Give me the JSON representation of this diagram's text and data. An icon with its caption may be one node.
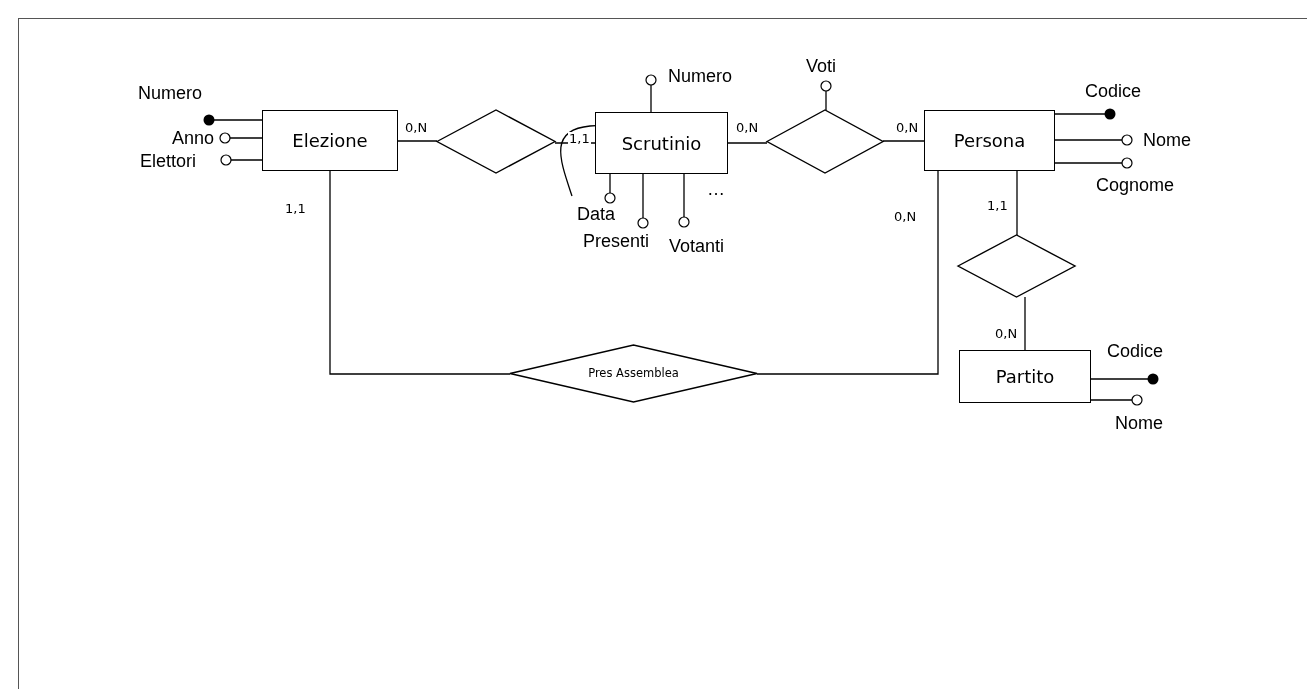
{
  "diagram": {
    "nodes": [
      {
        "text": [
          "Elezione"
        ]
      },
      {
        "text": [],
        "shape": "diamond"
      },
      {
        "text": [
          "Scrutinio"
        ]
      },
      {
        "text": [],
        "shape": "diamond"
      },
      {
        "text": [
          "Persona"
        ]
      },
      {
        "text": [],
        "shape": "diamond"
      },
      {
        "text": [
          "Partito"
        ]
      },
      {
        "text": [
          "Pres Assemblea"
        ]
      },
      {
        "text": [
          "Numero"
        ]
      },
      {
        "text": [
          "Anno"
        ]
      },
      {
        "text": [
          "Elettori"
        ]
      },
      {
        "text": [
          "Numero"
        ]
      },
      {
        "text": [
          "Data"
        ]
      },
      {
        "text": [
          "Presenti"
        ]
      },
      {
        "text": [
          "Votanti"
        ]
      },
      {
        "text": [
          "Voti"
        ]
      },
      {
        "text": [
          "Codice"
        ]
      },
      {
        "text": [
          "Nome"
        ]
      },
      {
        "text": [
          "Cognome"
        ]
      },
      {
        "text": [
          "Codice"
        ]
      },
      {
        "text": [
          "Nome"
        ]
      }
    ],
    "edges": [
      {
        "from": 0,
        "to": 1,
        "arrow": "none",
        "label": "0,N"
      },
      {
        "from": 1,
        "to": 2,
        "arrow": "none",
        "label": "1,1"
      },
      {
        "from": 2,
        "to": 3,
        "arrow": "none",
        "label": "0,N"
      },
      {
        "from": 3,
        "to": 4,
        "arrow": "none",
        "label": "0,N"
      },
      {
        "from": 4,
        "to": 5,
        "arrow": "none",
        "label": "1,1"
      },
      {
        "from": 5,
        "to": 6,
        "arrow": "none",
        "label": "0,N"
      },
      {
        "from": 0,
        "to": 7,
        "arrow": "none",
        "label": "1,1"
      },
      {
        "from": 4,
        "to": 7,
        "arrow": "none",
        "label": "0,N"
      },
      {
        "from": 0,
        "to": 8,
        "arrow": "other"
      },
      {
        "from": 0,
        "to": 9,
        "arrow": "other"
      },
      {
        "from": 0,
        "to": 10,
        "arrow": "other"
      },
      {
        "from": 2,
        "to": 11,
        "arrow": "other"
      },
      {
        "from": 2,
        "to": 12,
        "arrow": "other"
      },
      {
        "from": 2,
        "to": 13,
        "arrow": "other"
      },
      {
        "from": 2,
        "to": 14,
        "arrow": "other"
      },
      {
        "from": 3,
        "to": 15,
        "arrow": "other"
      },
      {
        "from": 4,
        "to": 16,
        "arrow": "other"
      },
      {
        "from": 4,
        "to": 17,
        "arrow": "other"
      },
      {
        "from": 4,
        "to": 18,
        "arrow": "other"
      },
      {
        "from": 6,
        "to": 19,
        "arrow": "other"
      },
      {
        "from": 6,
        "to": 20,
        "arrow": "other"
      }
    ],
    "labels": [
      "…"
    ]
  }
}
